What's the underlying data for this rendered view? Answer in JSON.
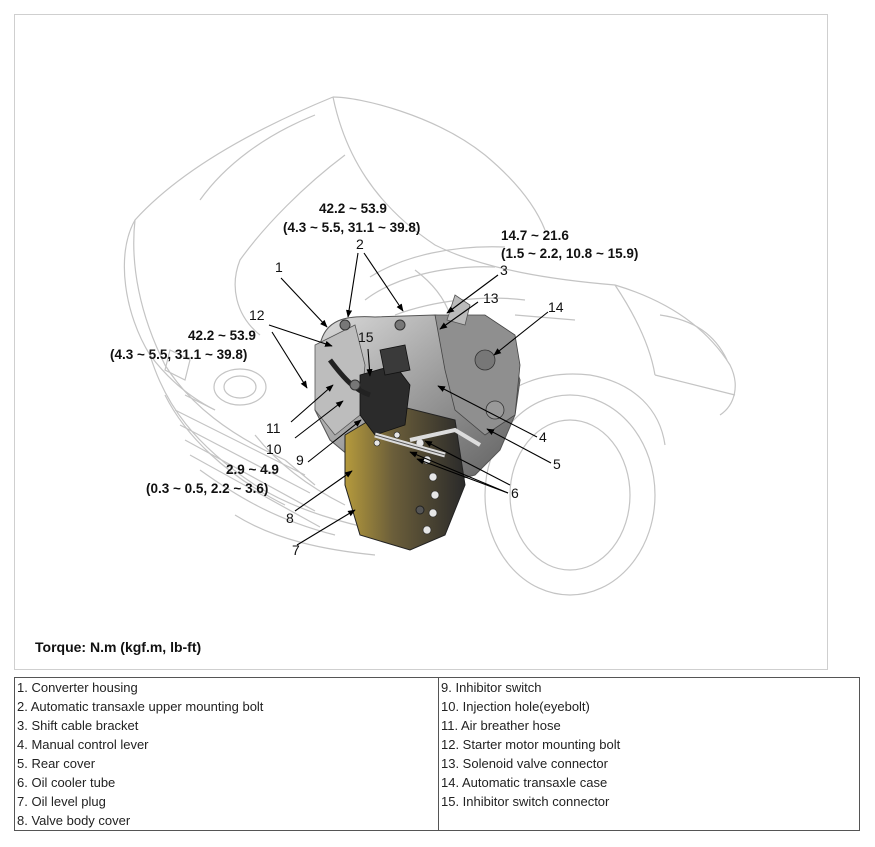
{
  "torque_specs": {
    "t_top": [
      "42.2 ~ 53.9",
      "(4.3 ~ 5.5, 31.1 ~ 39.8)"
    ],
    "t_right": [
      "14.7 ~ 21.6",
      "(1.5 ~ 2.2, 10.8 ~ 15.9)"
    ],
    "t_left": [
      "42.2 ~ 53.9",
      "(4.3 ~ 5.5, 31.1 ~ 39.8)"
    ],
    "t_bottom": [
      "2.9 ~ 4.9",
      "(0.3 ~ 0.5, 2.2 ~ 3.6)"
    ]
  },
  "callouts": [
    "1",
    "2",
    "3",
    "4",
    "5",
    "6",
    "7",
    "8",
    "9",
    "10",
    "11",
    "12",
    "13",
    "14",
    "15"
  ],
  "torque_note": "Torque:  N.m (kgf.m, lb-ft)",
  "legend": {
    "left": [
      "1. Converter housing",
      "2. Automatic transaxle upper mounting bolt",
      "3. Shift cable bracket",
      "4. Manual control lever",
      "5. Rear cover",
      "6. Oil cooler tube",
      "7. Oil level plug",
      "8. Valve body cover"
    ],
    "right": [
      "9. Inhibitor switch",
      "10. Injection hole(eyebolt)",
      "11. Air breather hose",
      "12. Starter motor mounting bolt",
      "13. Solenoid valve connector",
      "14. Automatic transaxle case",
      "15. Inhibitor switch connector"
    ]
  }
}
